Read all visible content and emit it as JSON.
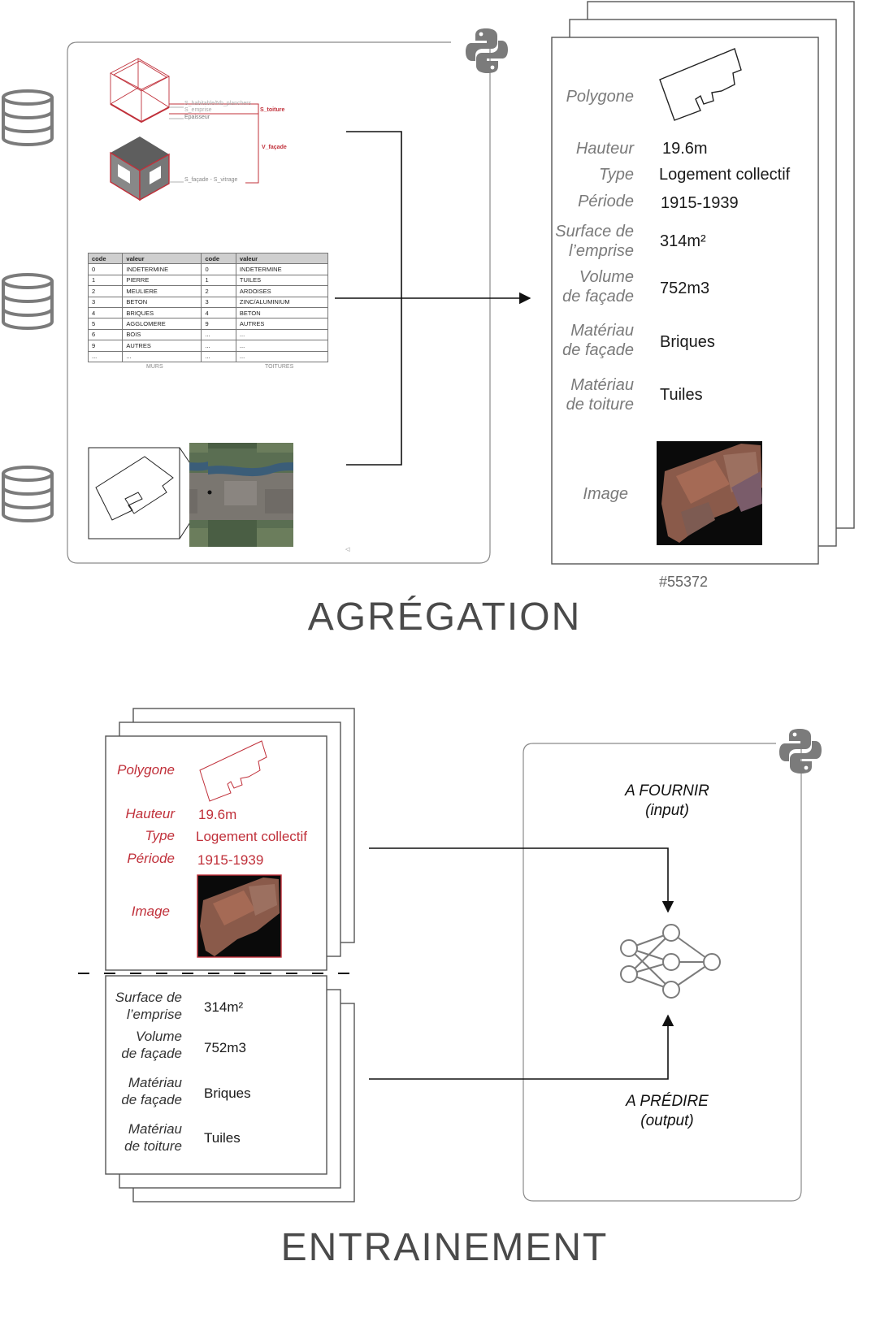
{
  "titles": {
    "aggregation": "AGRÉGATION",
    "training": "ENTRAINEMENT"
  },
  "icons": [
    "database-icon",
    "python-logo-icon",
    "neural-network-icon",
    "arrow-icon"
  ],
  "colors": {
    "accent_red": "#c0303a",
    "icon_gray": "#7b7b7b"
  },
  "diagram_labels": {
    "s_habitable": "S_habitable/Nb_planchers",
    "s_emprise": "S_emprise",
    "epaisseur": "Epaisseur",
    "s_toiture": "S_toiture",
    "v_facade": "V_façade",
    "s_facade_vitrage": "S_façade - S_vitrage"
  },
  "code_table": {
    "headers": [
      "code",
      "valeur",
      "code",
      "valeur"
    ],
    "rows": [
      [
        "0",
        "INDETERMINE",
        "0",
        "INDETERMINE"
      ],
      [
        "1",
        "PIERRE",
        "1",
        "TUILES"
      ],
      [
        "2",
        "MEULIERE",
        "2",
        "ARDOISES"
      ],
      [
        "3",
        "BETON",
        "3",
        "ZINC/ALUMINIUM"
      ],
      [
        "4",
        "BRIQUES",
        "4",
        "BETON"
      ],
      [
        "5",
        "AGGLOMERE",
        "9",
        "AUTRES"
      ],
      [
        "6",
        "BOIS",
        "...",
        "..."
      ],
      [
        "9",
        "AUTRES",
        "...",
        "..."
      ],
      [
        "...",
        "...",
        "...",
        "..."
      ]
    ],
    "captions": {
      "left": "MURS",
      "right": "TOITURES"
    }
  },
  "record": {
    "id": "#55372",
    "polygon_label": "Polygone",
    "hauteur_label": "Hauteur",
    "hauteur": "19.6m",
    "type_label": "Type",
    "type": "Logement collectif",
    "periode_label": "Période",
    "periode": "1915-1939",
    "surface_label_1": "Surface de",
    "surface_label_2": "l’emprise",
    "surface": "314m²",
    "volume_label_1": "Volume",
    "volume_label_2": "de façade",
    "volume": "752m3",
    "mat_facade_label_1": "Matériau",
    "mat_facade_label_2": "de façade",
    "mat_facade": "Briques",
    "mat_toiture_label_1": "Matériau",
    "mat_toiture_label_2": "de toiture",
    "mat_toiture": "Tuiles",
    "image_label": "Image"
  },
  "network": {
    "input_1": "A FOURNIR",
    "input_2": "(input)",
    "output_1": "A PRÉDIRE",
    "output_2": "(output)"
  }
}
